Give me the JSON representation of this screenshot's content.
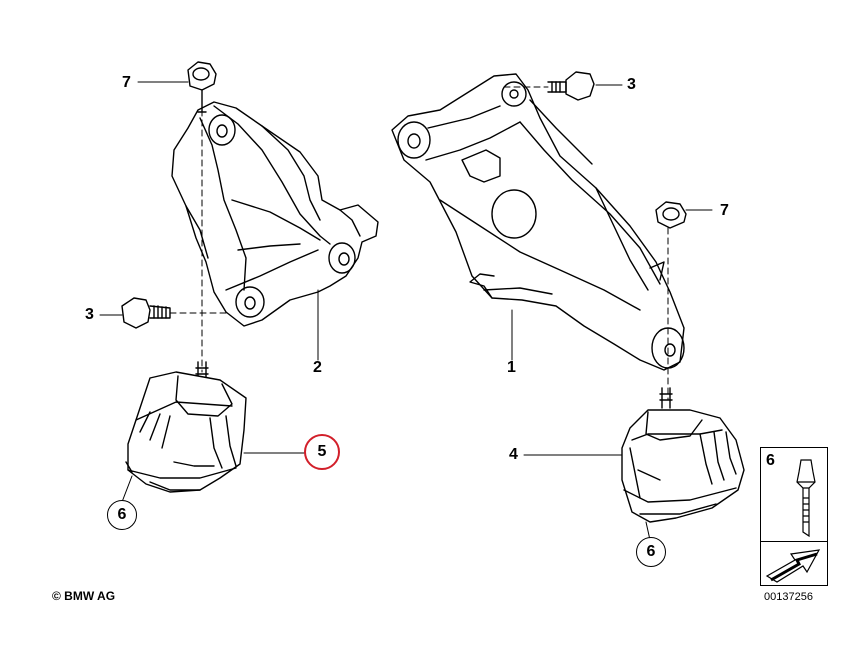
{
  "callouts": {
    "part_1": "1",
    "part_2": "2",
    "part_3_left": "3",
    "part_3_right": "3",
    "part_4": "4",
    "part_5": "5",
    "part_6_left": "6",
    "part_6_right": "6",
    "part_7_left": "7",
    "part_7_right": "7"
  },
  "inset": {
    "label": "6"
  },
  "copyright": "© BMW AG",
  "reference_number": "00137256",
  "colors": {
    "highlight": "#d21f2a",
    "line": "#000000",
    "background": "#ffffff"
  },
  "icons": [
    "engine-mount-diagram",
    "arrow-icon"
  ]
}
